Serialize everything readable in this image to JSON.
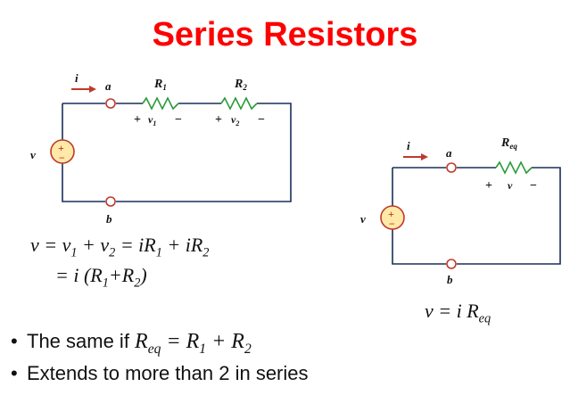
{
  "title": "Series Resistors",
  "circuit1": {
    "current": "i",
    "node_a": "a",
    "node_b": "b",
    "source": "v",
    "r1": "R",
    "r1_sub": "1",
    "r2": "R",
    "r2_sub": "2",
    "v1": "v",
    "v1_sub": "1",
    "v2": "v",
    "v2_sub": "2",
    "plus": "+",
    "minus": "−"
  },
  "circuit2": {
    "current": "i",
    "node_a": "a",
    "node_b": "b",
    "source": "v",
    "req": "R",
    "req_sub": "eq",
    "vr": "v",
    "plus": "+",
    "minus": "−"
  },
  "equation1": {
    "line1_a": "v = v",
    "s1": "1",
    "line1_b": " + v",
    "s2": "2",
    "line1_c": " = iR",
    "s3": "1",
    "line1_d": " + iR",
    "s4": "2",
    "line2_a": "= i (R",
    "s5": "1",
    "line2_b": "+R",
    "s6": "2",
    "line2_c": ")"
  },
  "equation2": {
    "text": "v = i R",
    "sub": "eq"
  },
  "bullets": {
    "b1_text": "The same if ",
    "b1_math_a": "R",
    "b1_sub_a": "eq",
    "b1_math_b": " = R",
    "b1_sub_b": "1",
    "b1_math_c": " + R",
    "b1_sub_c": "2",
    "b2_text": "Extends to more than 2 in series",
    "marker": "•"
  }
}
